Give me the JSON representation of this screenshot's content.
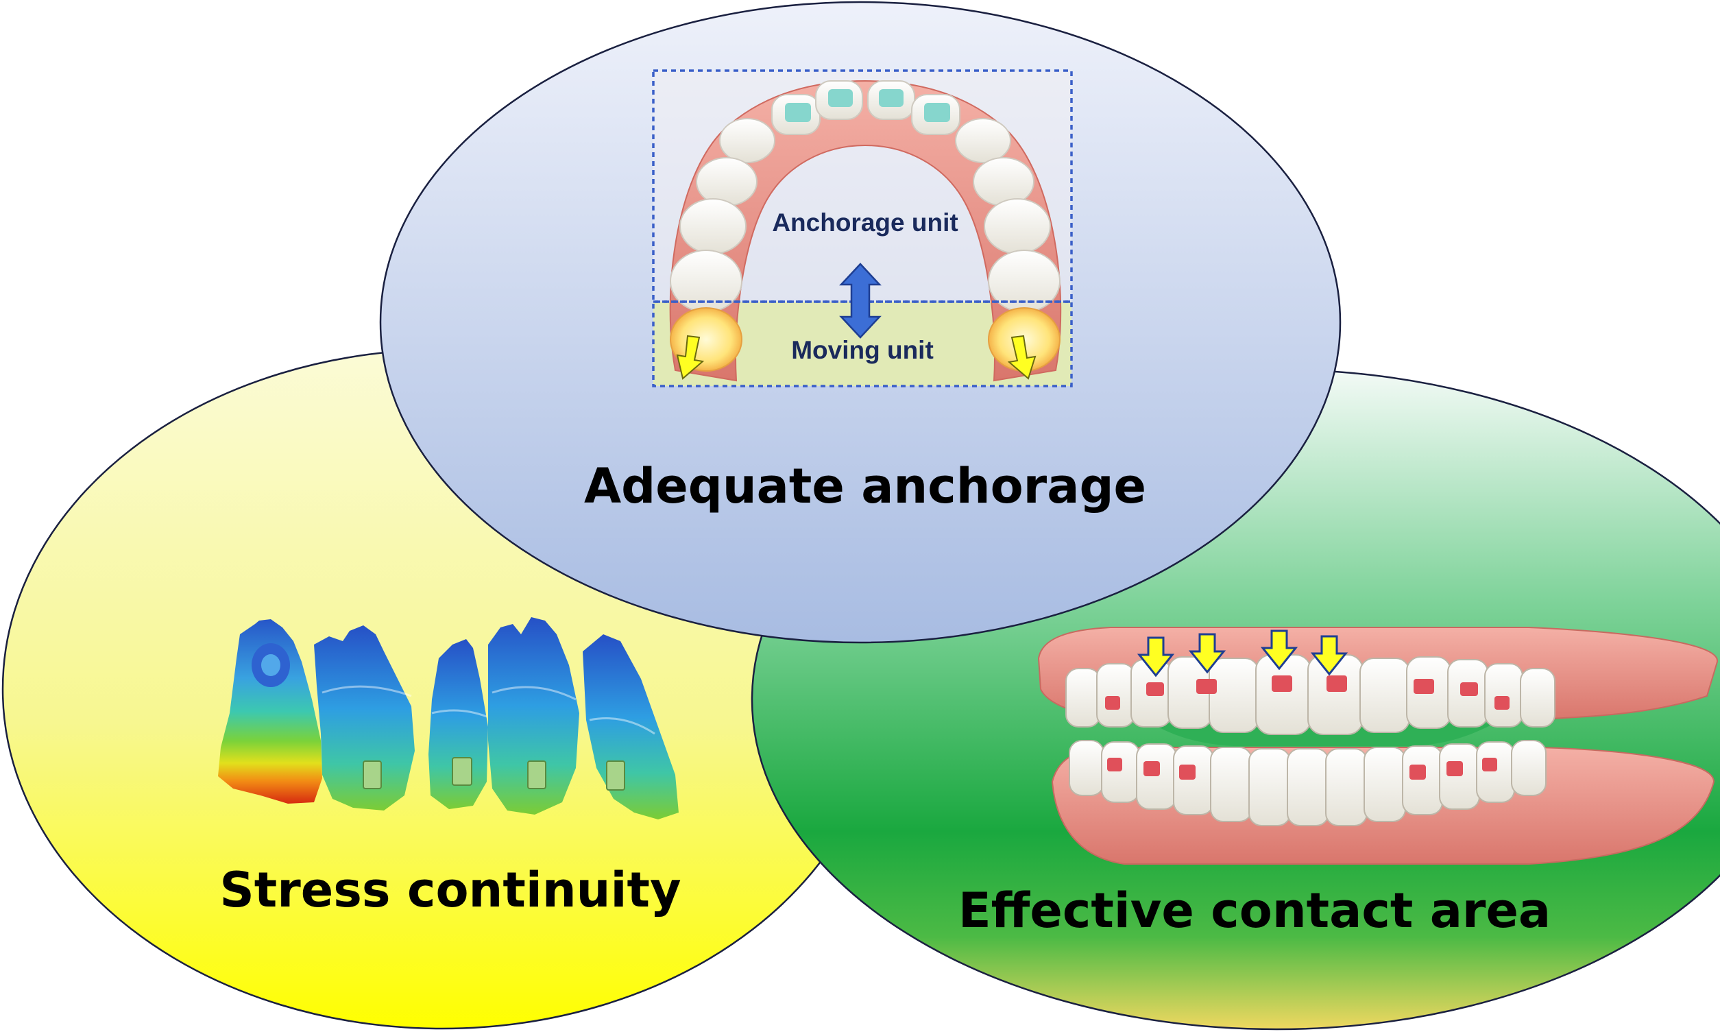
{
  "circles": {
    "left": {
      "title": "Stress continuity"
    },
    "right": {
      "title": "Effective contact area"
    },
    "top": {
      "title": "Adequate anchorage",
      "anchorage_label": "Anchorage unit",
      "moving_label": "Moving unit"
    }
  },
  "colors": {
    "outline": "#1a2040",
    "yellow_bottom": "#ffff00",
    "yellow_top": "#fbfbd0",
    "green_top": "#eef8f2",
    "green_mid": "#22b34a",
    "green_bottom": "#e8d84a",
    "blue_top": "#eef1fa",
    "blue_bottom": "#a9bde3",
    "gum": "#ec9a90",
    "tooth": "#f3f1ea",
    "attachment_teal": "#86d6cd",
    "attachment_red": "#e0505a",
    "dashed_box": "#3a5fc8",
    "arrow_yellow": "#ffff22",
    "arrow_blue": "#3c6ed6"
  }
}
